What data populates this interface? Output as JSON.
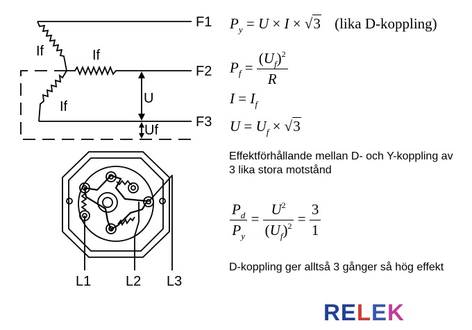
{
  "terminals": {
    "f1": "F1",
    "f2": "F2",
    "f3": "F3",
    "l1": "L1",
    "l2": "L2",
    "l3": "L3"
  },
  "labels": {
    "i_f": "If",
    "u": "U",
    "u_f": "Uf"
  },
  "formulas": {
    "py": "P_y = U × I × √3",
    "py_note": "(lika D-koppling)",
    "pf": "P_f = (U_f)^2 / R",
    "i": "I = I_f",
    "u": "U = U_f × √3",
    "ratio": "P_d / P_y = U^2 / (U_f)^2 = 3 / 1"
  },
  "text": {
    "comparison": "Effektförhållande mellan D- och Y-koppling av 3 lika stora motstånd",
    "conclusion": "D-koppling ger alltså 3 gånger så hög effekt"
  },
  "logo": {
    "text": "RELEK",
    "colors": [
      "#1f3f9c",
      "#1f3f9c",
      "#d8372f",
      "#3a56b5",
      "#c43a9a"
    ]
  }
}
